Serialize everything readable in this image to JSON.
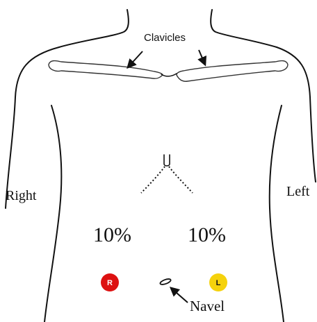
{
  "labels": {
    "clavicles": "Clavicles",
    "right": "Right",
    "left": "Left",
    "percent_right": "10%",
    "percent_left": "10%",
    "navel": "Navel"
  },
  "markers": {
    "right": {
      "letter": "R",
      "color": "#dd1111",
      "text_color": "#ffffff"
    },
    "left": {
      "letter": "L",
      "color": "#f5d20c",
      "text_color": "#111111"
    }
  }
}
